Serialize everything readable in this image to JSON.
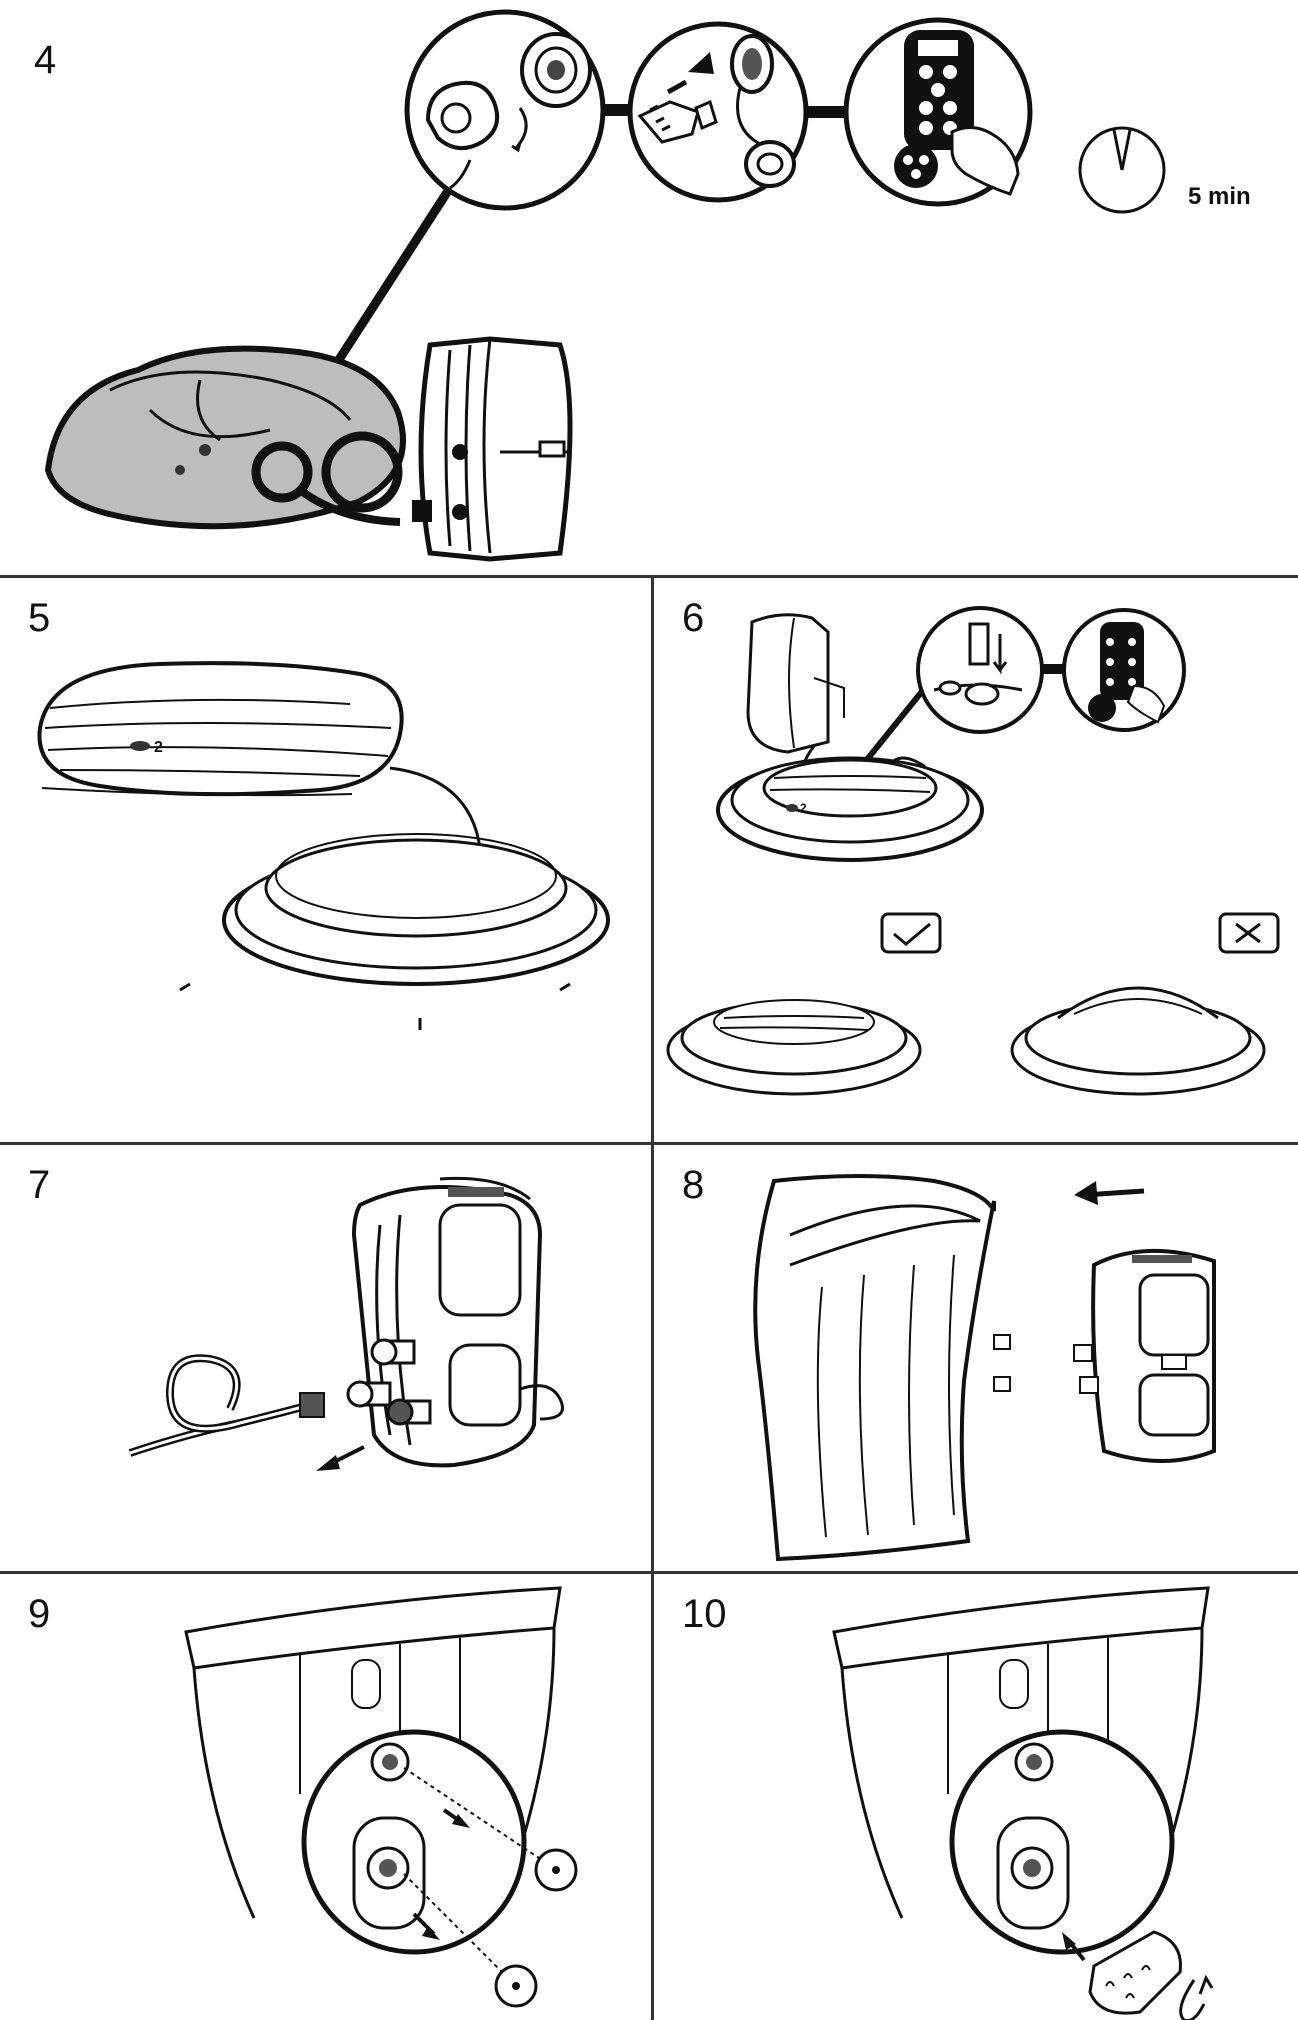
{
  "steps": {
    "s4": {
      "number": "4",
      "timer_label": "5 min"
    },
    "s5": {
      "number": "5",
      "valve_label": "2"
    },
    "s6": {
      "number": "6",
      "valve_label": "2"
    },
    "s7": {
      "number": "7"
    },
    "s8": {
      "number": "8"
    },
    "s9": {
      "number": "9"
    },
    "s10": {
      "number": "10"
    }
  },
  "colors": {
    "line": "#111111",
    "shade": "#bdbdbd",
    "divider": "#333333"
  }
}
